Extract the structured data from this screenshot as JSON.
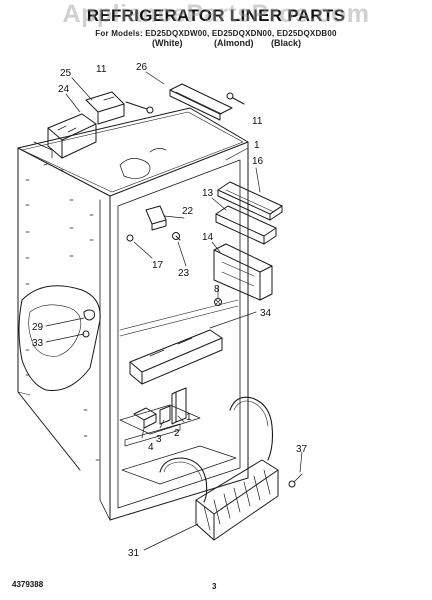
{
  "header": {
    "title": "REFRIGERATOR LINER PARTS",
    "models": "For Models: ED25DQXDW00, ED25DQXDN00, ED25DQXDB00",
    "color_white": "(White)",
    "color_almond": "(Almond)",
    "color_black": "(Black)"
  },
  "watermark": "AppliancePartsPros.com",
  "footer": {
    "doc_number": "4379388",
    "page_number": "3"
  },
  "callouts": [
    "11",
    "26",
    "25",
    "24",
    "11",
    "1",
    "16",
    "13",
    "22",
    "14",
    "17",
    "23",
    "8",
    "34",
    "29",
    "33",
    "1",
    "2",
    "3",
    "4",
    "37",
    "31"
  ]
}
